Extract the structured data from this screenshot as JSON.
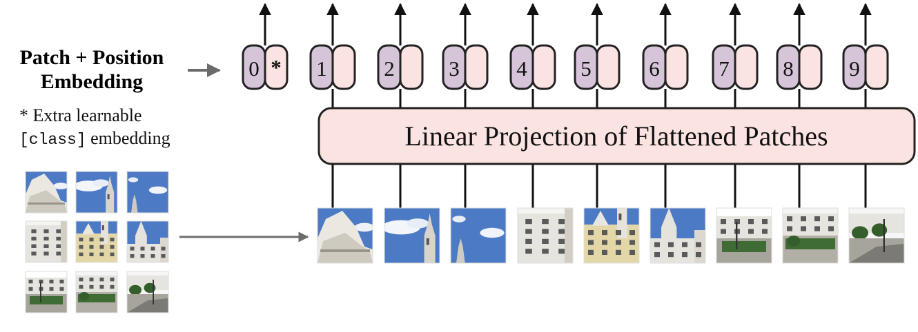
{
  "legend": {
    "title_line1": "Patch + Position",
    "title_line2": "Embedding",
    "note_line1": "* Extra learnable",
    "note_code": "[class]",
    "note_line2_rest": " embedding"
  },
  "projection": {
    "label": "Linear Projection of Flattened Patches"
  },
  "tokens": [
    {
      "label": "0",
      "content": "*"
    },
    {
      "label": "1",
      "content": ""
    },
    {
      "label": "2",
      "content": ""
    },
    {
      "label": "3",
      "content": ""
    },
    {
      "label": "4",
      "content": ""
    },
    {
      "label": "5",
      "content": ""
    },
    {
      "label": "6",
      "content": ""
    },
    {
      "label": "7",
      "content": ""
    },
    {
      "label": "8",
      "content": ""
    },
    {
      "label": "9",
      "content": ""
    }
  ],
  "patch_images": [
    "dome-corner",
    "sky-tower",
    "sky-spire",
    "facade-left",
    "facade-center",
    "facade-tower",
    "street-left",
    "garden-center",
    "street-right"
  ],
  "colors": {
    "position": "#d6c4d8",
    "content": "#fae3e0",
    "projection": "#fae3e0",
    "stroke": "#222222",
    "arrow_gray": "#6b6b6b",
    "sky": "#4d7ac4",
    "stone": "#e6e4de",
    "yellow": "#e3d7a8",
    "grass": "#3f6b34"
  }
}
